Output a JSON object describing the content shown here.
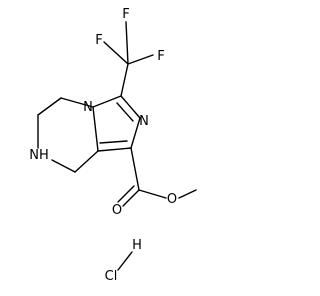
{
  "structure": {
    "style": {
      "bond_color": "#000000",
      "label_color": "#000000",
      "background": "#ffffff"
    },
    "atoms": {
      "f_top": "F",
      "f_left": "F",
      "f_right": "F",
      "n_ring": "N",
      "n_imidazole": "N",
      "n_amine": "NH",
      "o_ether": "O",
      "o_carbonyl": "O",
      "h_hcl": "H",
      "cl_hcl": "Cl"
    }
  }
}
